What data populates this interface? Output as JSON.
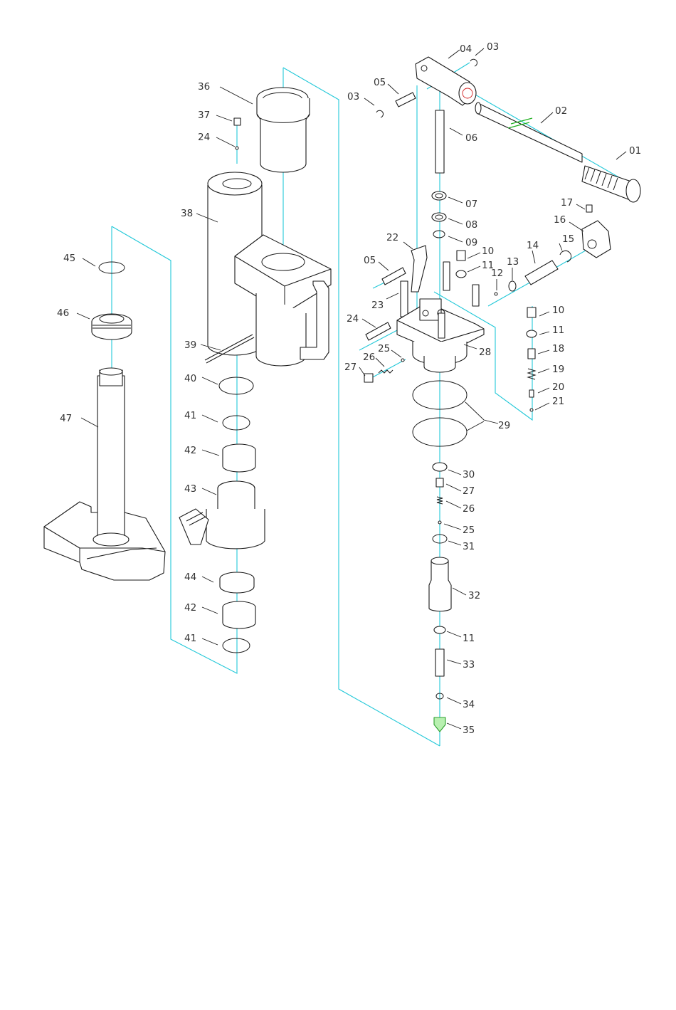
{
  "diagram": {
    "type": "exploded-parts-view",
    "axis_color": "#22c8d8",
    "highlight_color": "#b8f0b0",
    "callouts": [
      {
        "id": "01",
        "label": "01"
      },
      {
        "id": "02",
        "label": "02"
      },
      {
        "id": "03a",
        "label": "03"
      },
      {
        "id": "03b",
        "label": "03"
      },
      {
        "id": "04",
        "label": "04"
      },
      {
        "id": "05a",
        "label": "05"
      },
      {
        "id": "05b",
        "label": "05"
      },
      {
        "id": "06",
        "label": "06"
      },
      {
        "id": "07",
        "label": "07"
      },
      {
        "id": "08",
        "label": "08"
      },
      {
        "id": "09",
        "label": "09"
      },
      {
        "id": "10a",
        "label": "10"
      },
      {
        "id": "10b",
        "label": "10"
      },
      {
        "id": "11a",
        "label": "11"
      },
      {
        "id": "11b",
        "label": "11"
      },
      {
        "id": "11c",
        "label": "11"
      },
      {
        "id": "12",
        "label": "12"
      },
      {
        "id": "13",
        "label": "13"
      },
      {
        "id": "14",
        "label": "14"
      },
      {
        "id": "15",
        "label": "15"
      },
      {
        "id": "16",
        "label": "16"
      },
      {
        "id": "17",
        "label": "17"
      },
      {
        "id": "18",
        "label": "18"
      },
      {
        "id": "19",
        "label": "19"
      },
      {
        "id": "20",
        "label": "20"
      },
      {
        "id": "21",
        "label": "21"
      },
      {
        "id": "22",
        "label": "22"
      },
      {
        "id": "23",
        "label": "23"
      },
      {
        "id": "24a",
        "label": "24"
      },
      {
        "id": "24b",
        "label": "24"
      },
      {
        "id": "25a",
        "label": "25"
      },
      {
        "id": "25b",
        "label": "25"
      },
      {
        "id": "26a",
        "label": "26"
      },
      {
        "id": "26b",
        "label": "26"
      },
      {
        "id": "27a",
        "label": "27"
      },
      {
        "id": "27b",
        "label": "27"
      },
      {
        "id": "28",
        "label": "28"
      },
      {
        "id": "29",
        "label": "29"
      },
      {
        "id": "30",
        "label": "30"
      },
      {
        "id": "31",
        "label": "31"
      },
      {
        "id": "32",
        "label": "32"
      },
      {
        "id": "33",
        "label": "33"
      },
      {
        "id": "34",
        "label": "34"
      },
      {
        "id": "35",
        "label": "35"
      },
      {
        "id": "36",
        "label": "36"
      },
      {
        "id": "37",
        "label": "37"
      },
      {
        "id": "38",
        "label": "38"
      },
      {
        "id": "39",
        "label": "39"
      },
      {
        "id": "40",
        "label": "40"
      },
      {
        "id": "41a",
        "label": "41"
      },
      {
        "id": "41b",
        "label": "41"
      },
      {
        "id": "42a",
        "label": "42"
      },
      {
        "id": "42b",
        "label": "42"
      },
      {
        "id": "43",
        "label": "43"
      },
      {
        "id": "44",
        "label": "44"
      },
      {
        "id": "45",
        "label": "45"
      },
      {
        "id": "46",
        "label": "46"
      },
      {
        "id": "47",
        "label": "47"
      }
    ]
  }
}
